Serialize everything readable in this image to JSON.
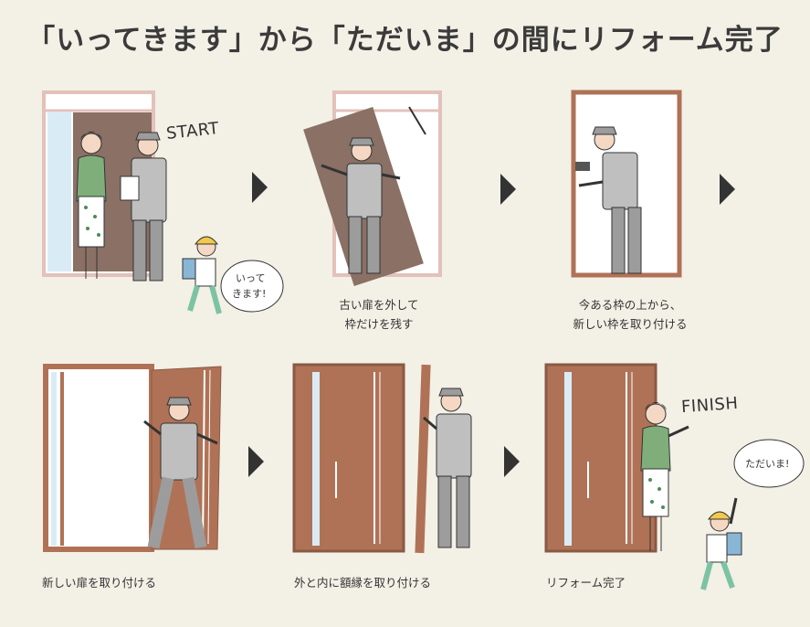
{
  "title": "「いってきます」から「ただいま」の間にリフォーム完了",
  "steps": [
    {
      "label": "START",
      "bubble": [
        "いって",
        "きます!"
      ],
      "caption": ""
    },
    {
      "caption_lines": [
        "古い扉を外して",
        "枠だけを残す"
      ]
    },
    {
      "caption_lines": [
        "今ある枠の上から、",
        "新しい枠を取り付ける"
      ]
    },
    {
      "caption": "新しい扉を取り付ける"
    },
    {
      "caption": "外と内に額縁を取り付ける"
    },
    {
      "label": "FINISH",
      "bubble": [
        "ただいま!"
      ],
      "caption": "リフォーム完了"
    }
  ],
  "colors": {
    "background": "#f3f0e6",
    "door_brown": "#b07256",
    "old_door": "#8a7065",
    "frame_pink": "#e2c2bb",
    "worker_gray": "#9c9c9c",
    "glass": "#d9ecf5"
  }
}
